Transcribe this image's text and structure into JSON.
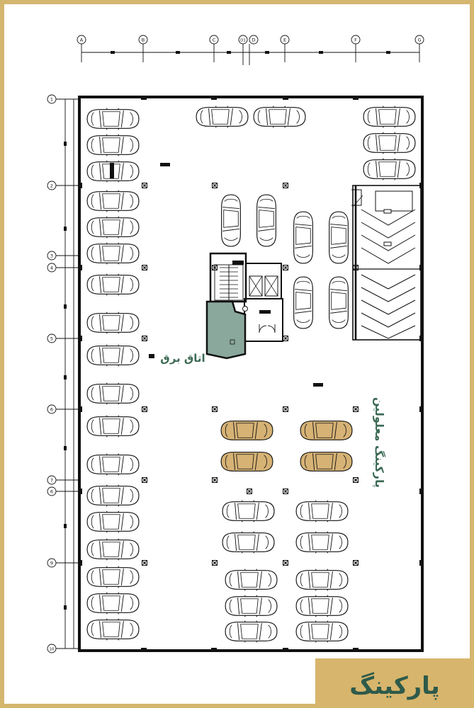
{
  "colors": {
    "border_gold": "#d4b66f",
    "title_box_gold": "#d7b56c",
    "title_text_green": "#2e5a4a",
    "electric_room_fill": "#8aa89c",
    "accessible_car_fill": "#d6b275",
    "label_green": "#3c6a55",
    "line_black": "#111111"
  },
  "title": "پارکینگ",
  "electric_room_label": "اتاق برق",
  "accessible_parking_label": "پارکینگ معلولین",
  "grid_columns": [
    "A",
    "B",
    "C",
    "D1",
    "D",
    "E",
    "F",
    "G"
  ],
  "grid_rows": [
    "1",
    "2",
    "3",
    "4",
    "5",
    "6",
    "7",
    "6",
    "9",
    "10"
  ]
}
